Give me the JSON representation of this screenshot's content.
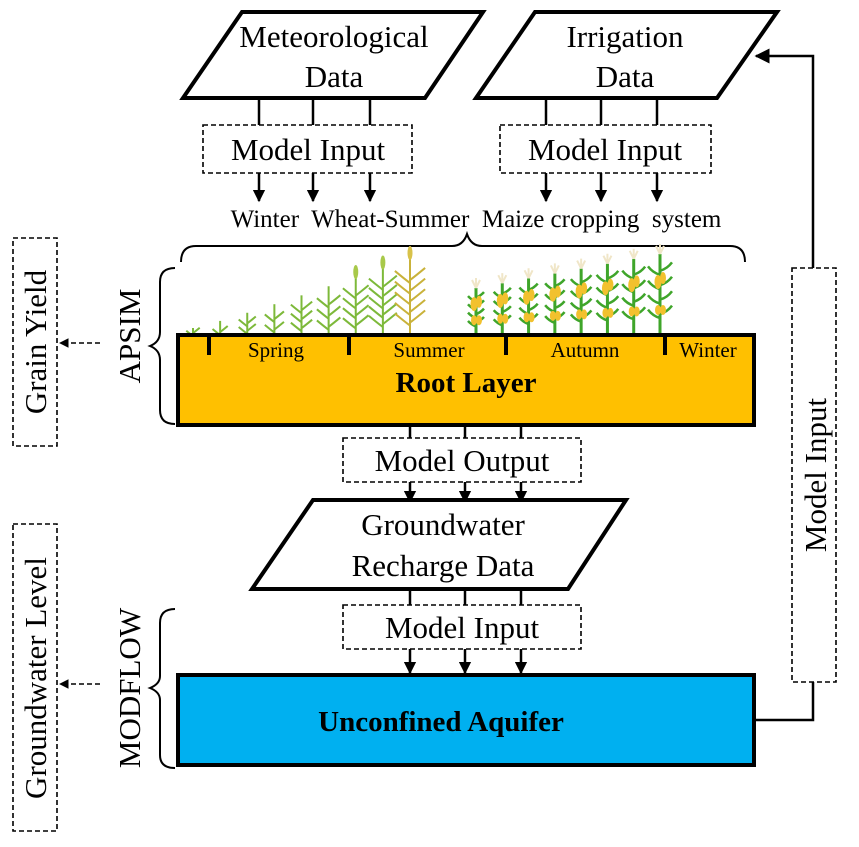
{
  "inputs": {
    "meteorological": {
      "line1": "Meteorological",
      "line2": "Data"
    },
    "irrigation": {
      "line1": "Irrigation",
      "line2": "Data"
    }
  },
  "labels": {
    "model_input": "Model Input",
    "model_output": "Model Output",
    "cropping_system": "Winter  Wheat-Summer  Maize cropping  system"
  },
  "seasons": [
    "Spring",
    "Summer",
    "Autumn",
    "Winter"
  ],
  "root_layer": {
    "label": "Root Layer",
    "color": "#FFC000"
  },
  "recharge": {
    "line1": "Groundwater",
    "line2": "Recharge Data"
  },
  "aquifer": {
    "label": "Unconfined Aquifer",
    "color": "#00B0F0"
  },
  "models": {
    "apsim": "APSIM",
    "modflow": "MODFLOW"
  },
  "outputs": {
    "grain_yield": "Grain Yield",
    "groundwater_level": "Groundwater Level"
  },
  "feedback": {
    "label": "Model Input"
  },
  "crops": {
    "wheat_stages": 9,
    "maize_stages": 8,
    "wheat_color": "#7DB93A",
    "wheat_mature_color": "#C9B23A",
    "maize_stalk_color": "#3FA52A",
    "maize_cob_color": "#F2C12E"
  }
}
